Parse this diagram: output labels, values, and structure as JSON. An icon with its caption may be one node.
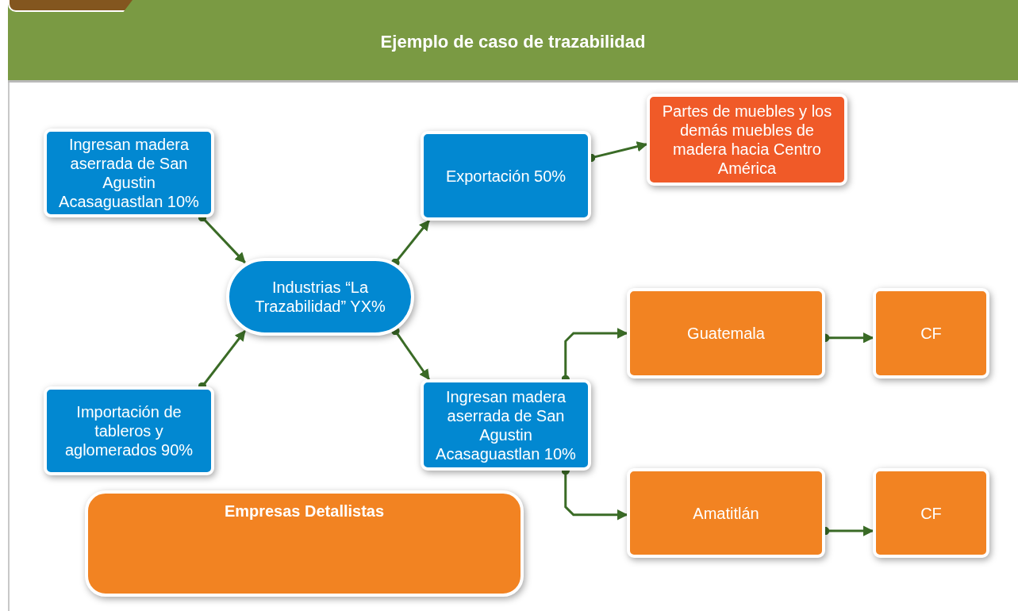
{
  "diagram": {
    "title": "Ejemplo de caso de trazabilidad",
    "nodes": [
      {
        "text": [
          "Ingresan madera aserrada de San Agustin Acasaguastlan 10%"
        ]
      },
      {
        "text": [
          "Industrias “La Trazabilidad” YX%"
        ]
      },
      {
        "text": [
          "Exportación 50%"
        ]
      },
      {
        "text": [
          "Partes de muebles y los demás muebles de madera hacia Centro América"
        ]
      },
      {
        "text": [
          "Importación de tableros y aglomerados 90%"
        ]
      },
      {
        "text": [
          "Ingresan madera aserrada de San Agustin Acasaguastlan 10%"
        ]
      },
      {
        "text": [
          "Guatemala"
        ]
      },
      {
        "text": [
          "CF"
        ]
      },
      {
        "text": [
          "Amatitlán"
        ]
      },
      {
        "text": [
          "CF"
        ]
      },
      {
        "text": [
          "Empresas Detallistas"
        ]
      },
      {
        "text": [],
        "shape": "box"
      }
    ],
    "edges": [
      {
        "from": 0,
        "to": 1,
        "arrow": "to"
      },
      {
        "from": 4,
        "to": 1,
        "arrow": "to"
      },
      {
        "from": 1,
        "to": 2,
        "arrow": "to"
      },
      {
        "from": 2,
        "to": 3,
        "arrow": "to"
      },
      {
        "from": 1,
        "to": 5,
        "arrow": "to"
      },
      {
        "from": 5,
        "to": 6,
        "arrow": "to"
      },
      {
        "from": 5,
        "to": 8,
        "arrow": "to"
      },
      {
        "from": 6,
        "to": 7,
        "arrow": "to"
      },
      {
        "from": 8,
        "to": 9,
        "arrow": "to"
      }
    ]
  }
}
